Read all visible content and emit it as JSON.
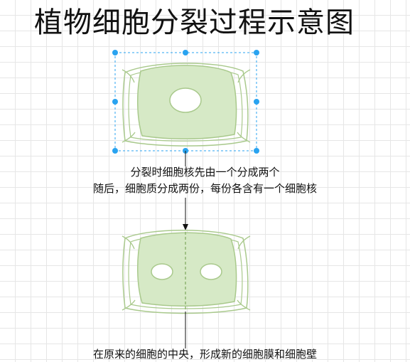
{
  "diagram": {
    "title": "植物细胞分裂过程示意图",
    "step1": {
      "line1": "分裂时细胞核先由一个分成两个",
      "line2": "随后，细胞质分成两份，每份各含有一个细胞核"
    },
    "step2": {
      "line1": "在原来的细胞的中央，形成新的细胞膜和细胞壁"
    }
  },
  "colors": {
    "cytoplasm": "#d6e9c6",
    "membrane": "#a9c98c",
    "nucleus": "#ffffff",
    "selection": "#29a3f0",
    "arrow": "#111111"
  }
}
